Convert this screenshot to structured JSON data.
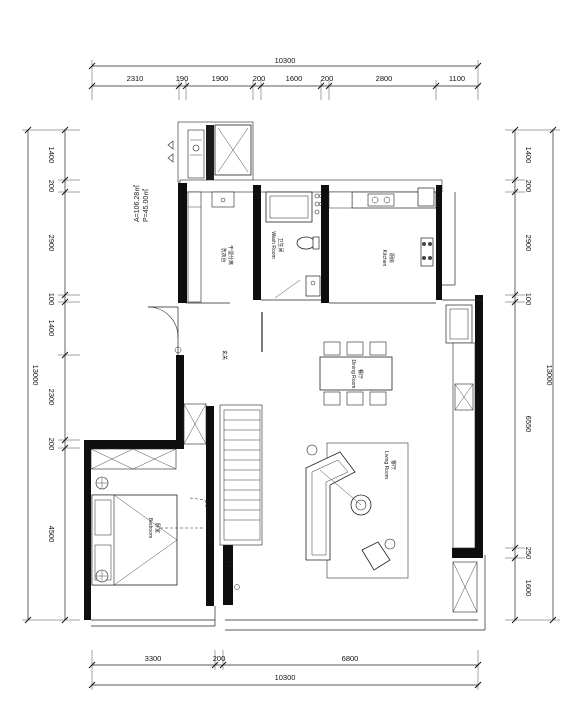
{
  "dims": {
    "top_total": "10300",
    "top_segments": [
      "2310",
      "190",
      "1900",
      "200",
      "1600",
      "200",
      "2800",
      "1100"
    ],
    "left_segments": [
      "1400",
      "200",
      "2900",
      "100",
      "1400",
      "2300",
      "200",
      "4500"
    ],
    "left_total": "13000",
    "right_segments": [
      "1400",
      "200",
      "2900",
      "100",
      "6550",
      "250",
      "1600"
    ],
    "right_total": "13000",
    "bottom_segments": [
      "3300",
      "200",
      "6800"
    ],
    "bottom_total": "10300"
  },
  "area_note": {
    "line1": "A=106.28㎡",
    "line2": "P=45.00㎡"
  },
  "rooms": {
    "bath_zh": "卫生间",
    "bath_en": "Wash Room",
    "kitchen_zh": "厨房",
    "kitchen_en": "Kitchen",
    "dining_zh": "餐厅",
    "dining_en": "Dining Room",
    "living_zh": "客厅",
    "living_en": "Living Room",
    "bedroom_zh": "卧室",
    "bedroom_en": "Bedroom",
    "entry_zh": "玄关",
    "basin_zh": "干湿分离",
    "basin_en": "洗衣台"
  }
}
